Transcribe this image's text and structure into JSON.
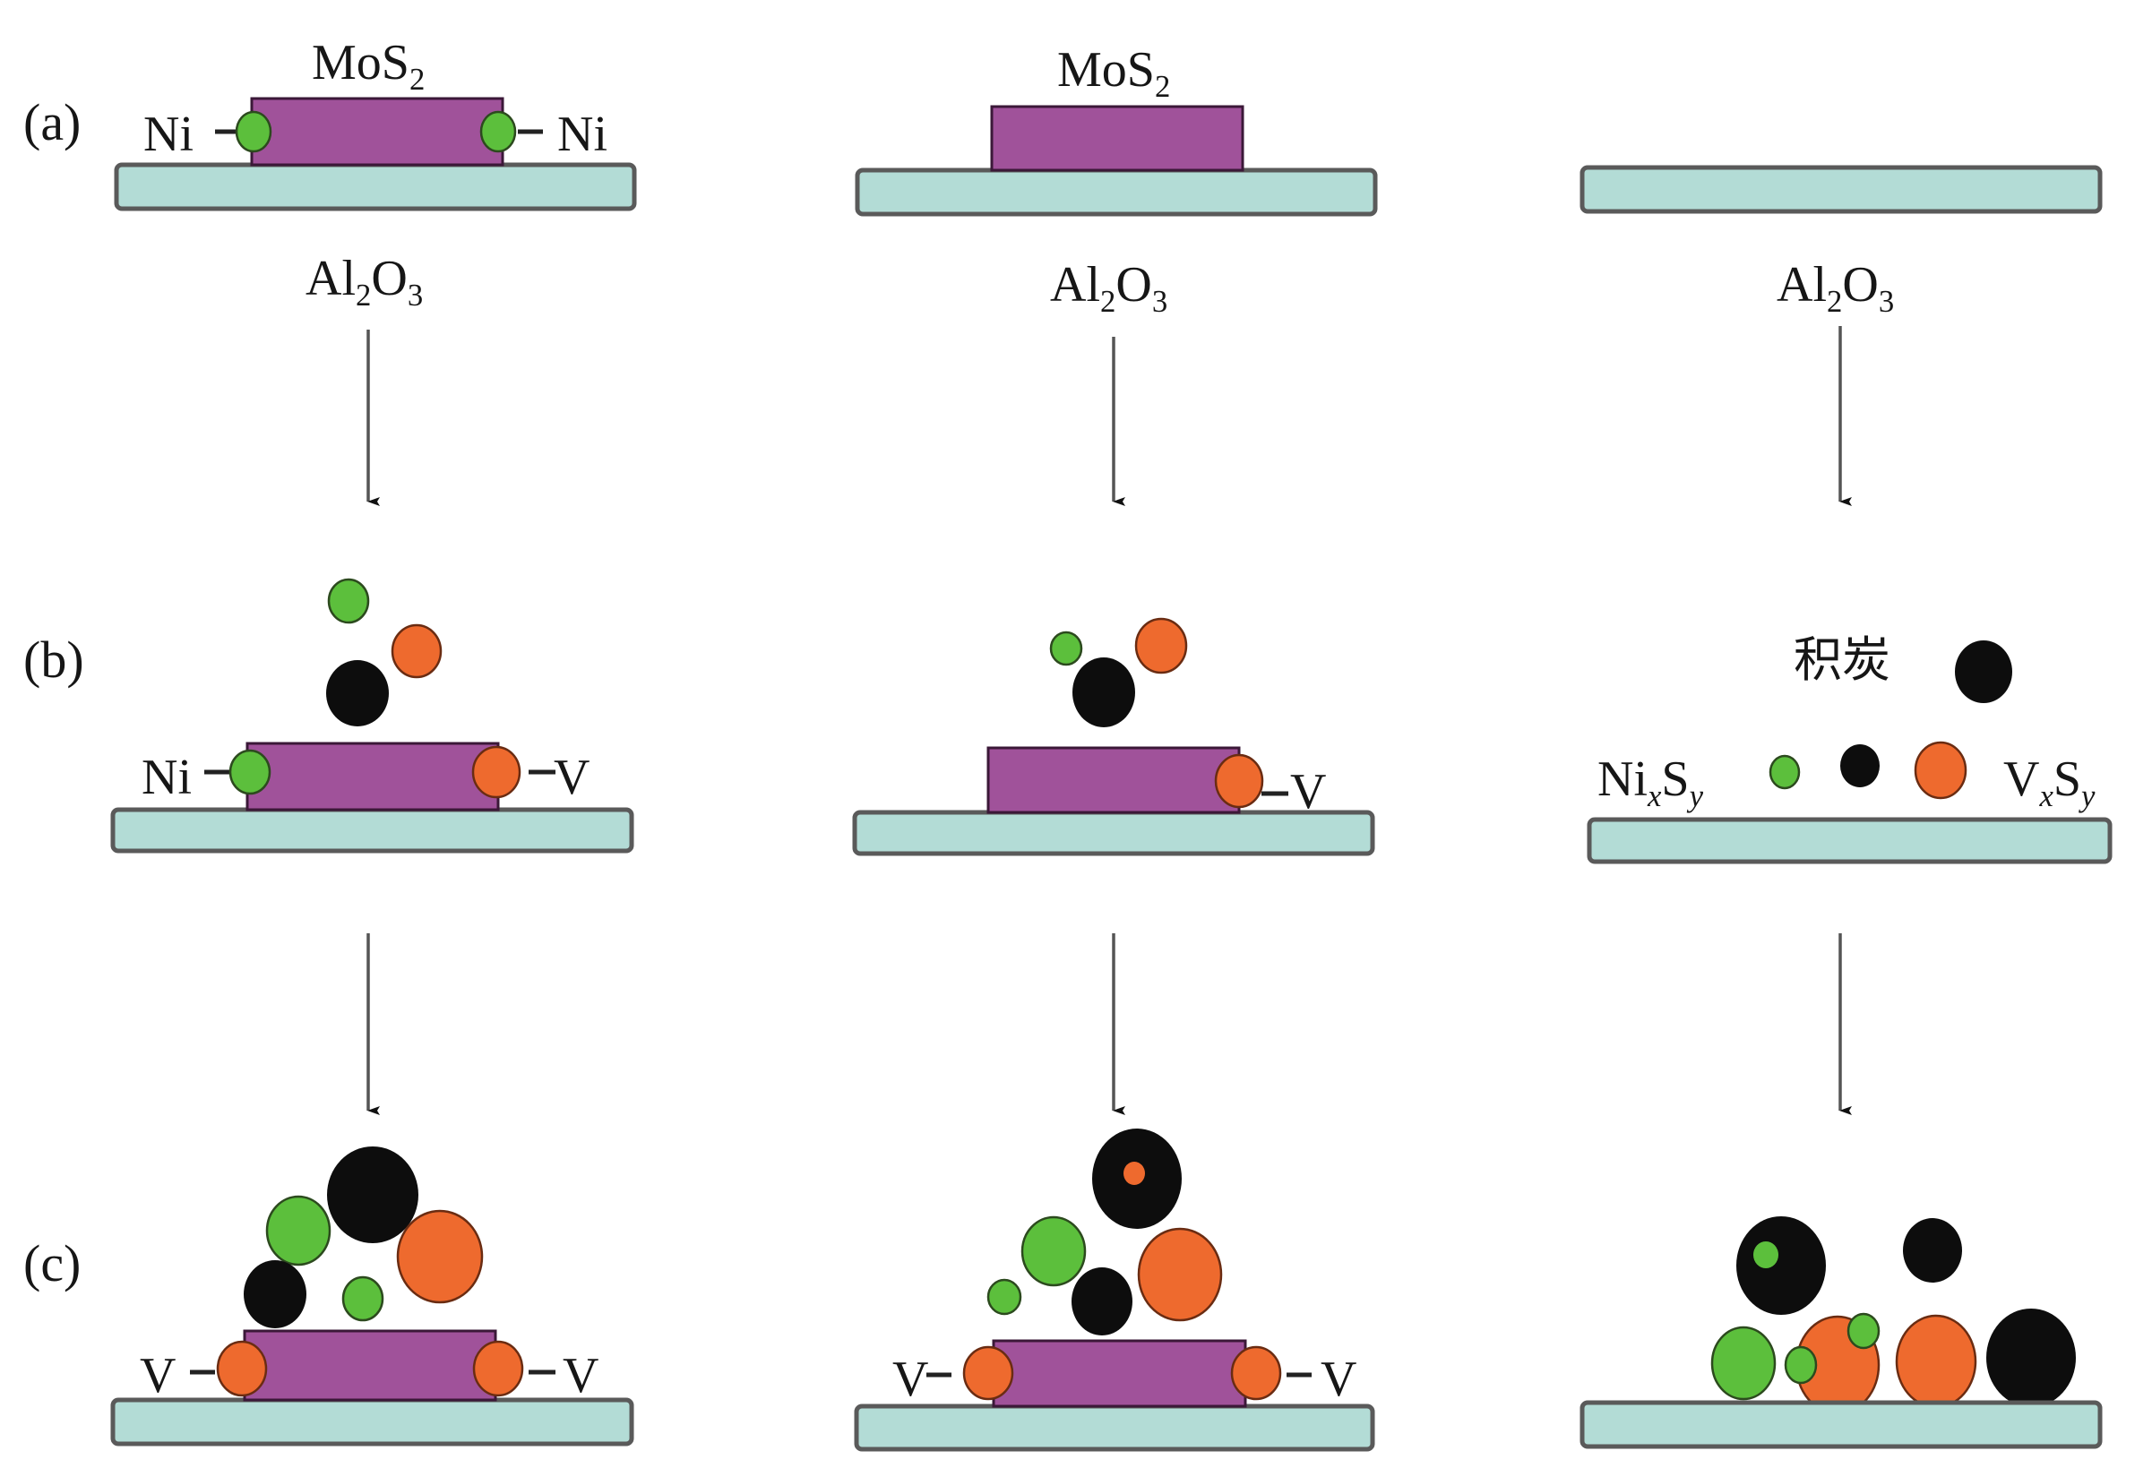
{
  "figure": {
    "rows": [
      {
        "id": "a",
        "label": "(a)"
      },
      {
        "id": "b",
        "label": "(b)"
      },
      {
        "id": "c",
        "label": "(c)"
      }
    ],
    "colors": {
      "substrate_fill": "#b3dcd6",
      "substrate_stroke": "#555555",
      "mos2_fill": "#a0529a",
      "mos2_stroke": "#3b1838",
      "ni_green": "#5cbf3c",
      "v_orange": "#ee6a2e",
      "coke_black": "#0d0d0d",
      "arrow": "#555555",
      "text": "#161616"
    },
    "columns": [
      {
        "name": "ni-promoted-mos2",
        "row_a": {
          "catalyst": "MoS",
          "catalyst_sub": "2",
          "left_site": "Ni",
          "right_site": "Ni",
          "support": "Al",
          "support_sub1": "2",
          "support_o": "O",
          "support_sub2": "3"
        },
        "row_b": {
          "left_site": "Ni",
          "right_site": "V"
        },
        "row_c": {
          "left_site": "V",
          "right_site": "V"
        }
      },
      {
        "name": "unpromoted-mos2",
        "row_a": {
          "catalyst": "MoS",
          "catalyst_sub": "2",
          "support": "Al",
          "support_sub1": "2",
          "support_o": "O",
          "support_sub2": "3"
        },
        "row_b": {
          "right_site": "V"
        },
        "row_c": {
          "left_site": "V",
          "right_site": "V"
        }
      },
      {
        "name": "bare-alumina",
        "row_a": {
          "support": "Al",
          "support_sub1": "2",
          "support_o": "O",
          "support_sub2": "3"
        },
        "row_b": {
          "coke_label": "积炭",
          "nis_main": "Ni",
          "nis_x": "x",
          "nis_s": "S",
          "nis_y": "y",
          "vs_main": "V",
          "vs_x": "x",
          "vs_s": "S",
          "vs_y": "y"
        }
      }
    ]
  }
}
